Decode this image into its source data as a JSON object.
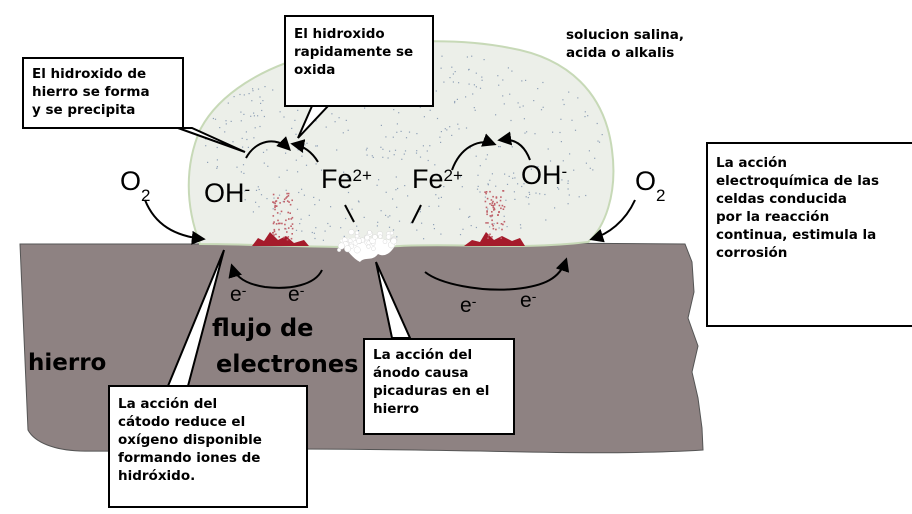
{
  "labels": {
    "hydroxide_forms": "El hidroxido de\nhierro se forma\ny se precipita",
    "hydroxide_oxidizes": "El hidroxido\nrapidamente se\noxida",
    "solution": "solucion salina,\nacida o alkalis",
    "electrochemical": "La acción\nelectroquímica de las\nceldas conducida\npor la reacción\ncontinua, estimula la\ncorrosión",
    "anode": "La acción del\nánodo causa\npicaduras en el\nhierro",
    "cathode": "La acción del\ncátodo reduce el\noxígeno disponible\nformando iones de\nhidróxido.",
    "iron": "hierro",
    "electron_flow_1": "flujo de",
    "electron_flow_2": "electrones"
  },
  "chem": {
    "oxygen_base": "O",
    "oxygen_sub": "2",
    "hydroxide_base": "OH",
    "hydroxide_sup": "-",
    "iron_base": "Fe",
    "iron_sup": "2+",
    "electron_base": "e",
    "electron_sup": "-"
  },
  "colors": {
    "metal": "#8e8282",
    "droplet_fill": "#ecefe9",
    "droplet_stroke": "#c7d9b7",
    "rust": "#a51b2b",
    "rust_speck": "#c0626a",
    "salt_speck": "#8fa0b6"
  }
}
